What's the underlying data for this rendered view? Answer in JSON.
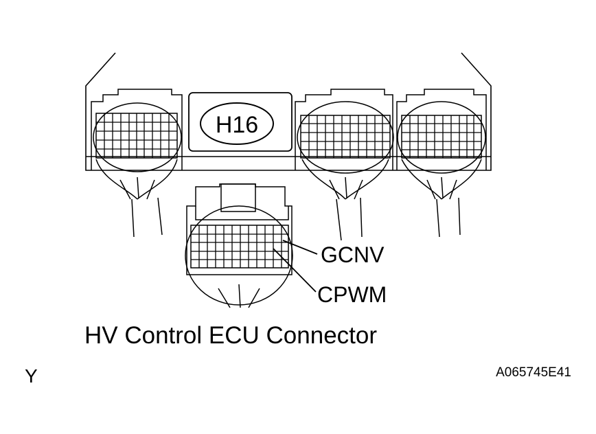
{
  "connector_code": "H16",
  "pin_labels": {
    "upper": "GCNV",
    "lower": "CPWM"
  },
  "caption": "HV Control ECU Connector",
  "corner_mark": "Y",
  "figure_id": "A065745E41",
  "colors": {
    "line": "#000000",
    "background": "#ffffff"
  }
}
